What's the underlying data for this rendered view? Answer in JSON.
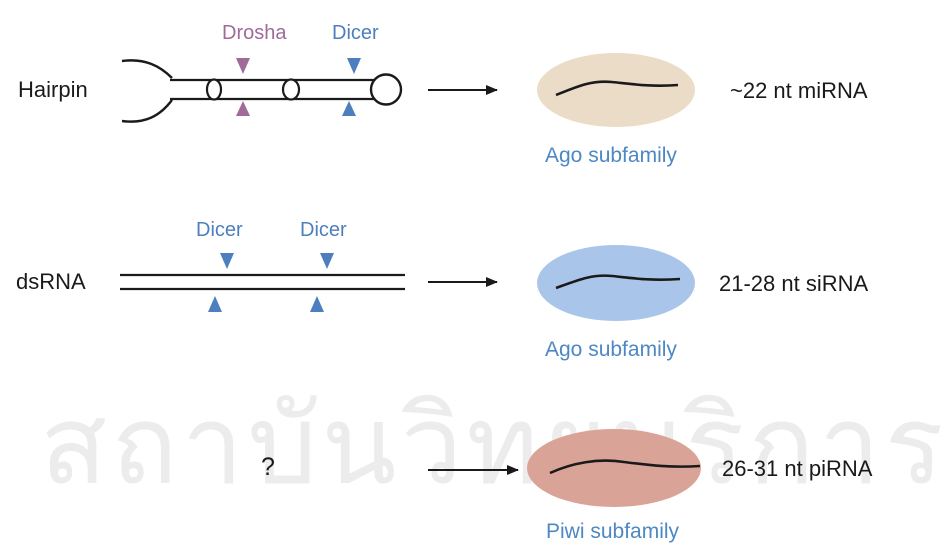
{
  "watermark": "สถาบันวิทยบริการ",
  "colors": {
    "drosha": "#a06a9a",
    "dicer": "#4d7fbf",
    "subfamily_text": "#4d88c4",
    "ago_mirna_ellipse": "#eadcc6",
    "ago_sirna_ellipse": "#a9c6ea",
    "piwi_ellipse": "#d9a497",
    "line": "#1a1a1a"
  },
  "pathways": [
    {
      "source": "Hairpin",
      "enzymes": [
        "Drosha",
        "Dicer"
      ],
      "subfamily": "Ago subfamily",
      "product": "~22 nt miRNA"
    },
    {
      "source": "dsRNA",
      "enzymes": [
        "Dicer",
        "Dicer"
      ],
      "subfamily": "Ago subfamily",
      "product": "21-28 nt siRNA"
    },
    {
      "source": "?",
      "enzymes": [],
      "subfamily": "Piwi subfamily",
      "product": "26-31 nt piRNA"
    }
  ]
}
